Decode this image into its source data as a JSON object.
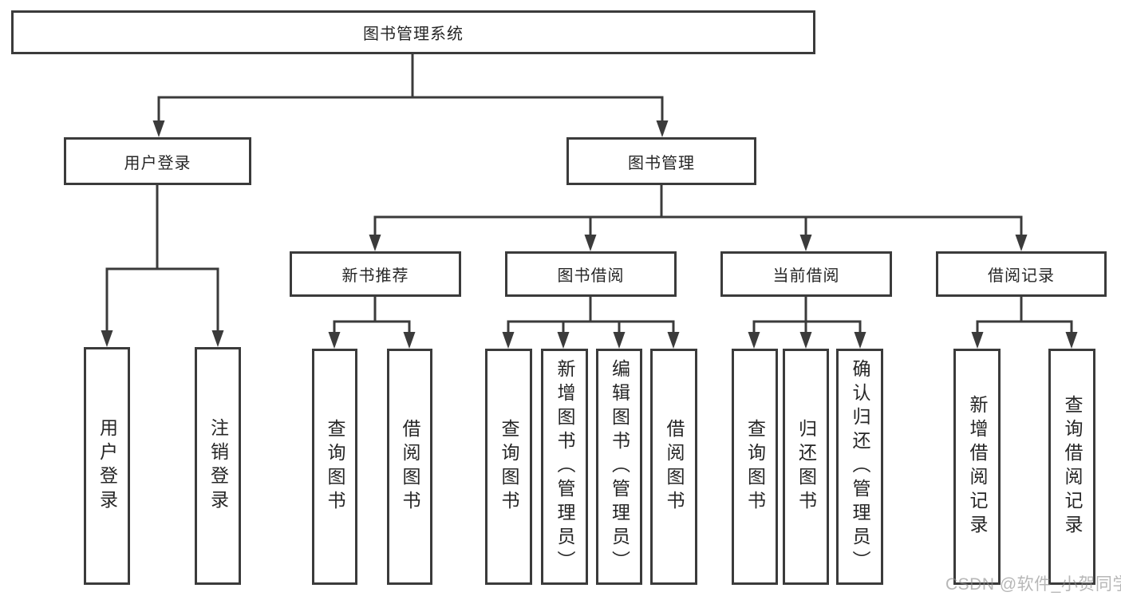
{
  "diagram": {
    "root": {
      "label": "图书管理系统"
    },
    "level2": [
      {
        "label": "用户登录",
        "leaves": [
          {
            "label": "用户登录"
          },
          {
            "label": "注销登录"
          }
        ]
      },
      {
        "label": "图书管理",
        "modules": [
          {
            "label": "新书推荐",
            "leaves": [
              {
                "label": "查询图书"
              },
              {
                "label": "借阅图书"
              }
            ]
          },
          {
            "label": "图书借阅",
            "leaves": [
              {
                "label": "查询图书"
              },
              {
                "label": "新增图书（管理员）"
              },
              {
                "label": "编辑图书（管理员）"
              },
              {
                "label": "借阅图书"
              }
            ]
          },
          {
            "label": "当前借阅",
            "leaves": [
              {
                "label": "查询图书"
              },
              {
                "label": "归还图书"
              },
              {
                "label": "确认归还（管理员）"
              }
            ]
          },
          {
            "label": "借阅记录",
            "leaves": [
              {
                "label": "新增借阅记录"
              },
              {
                "label": "查询借阅记录"
              }
            ]
          }
        ]
      }
    ]
  },
  "watermark": {
    "text": "CSDN @软件_小贺同学"
  },
  "colors": {
    "line": "#3b3b3b",
    "box_border": "#3b3b3b",
    "text": "#262626",
    "watermark": "#8a8a8a",
    "background": "#ffffff"
  }
}
